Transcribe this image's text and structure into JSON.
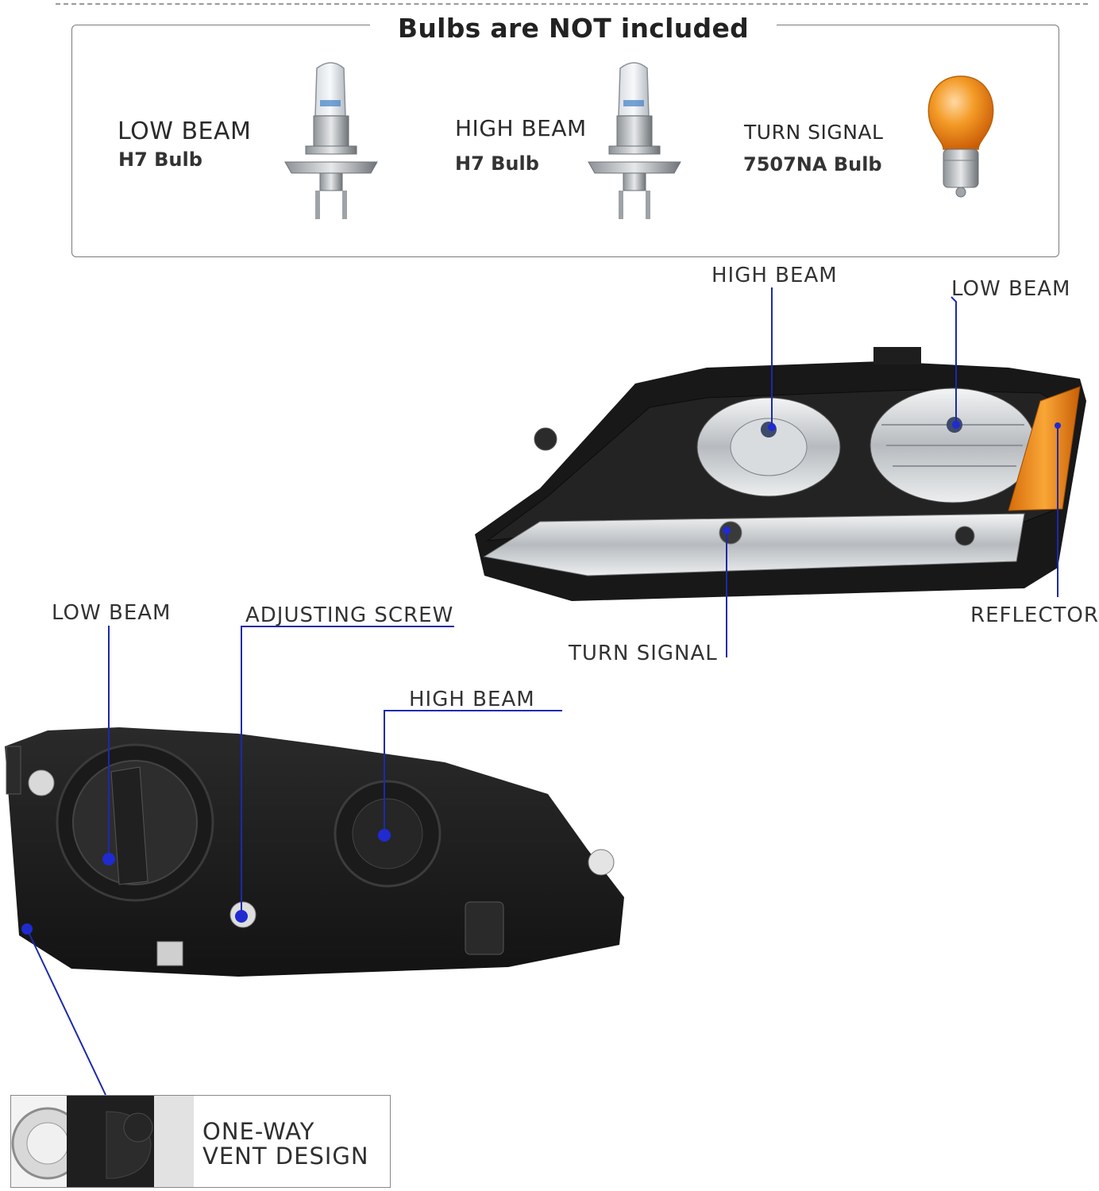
{
  "bulb_panel": {
    "title": "Bulbs are NOT included",
    "bulbs": [
      {
        "name": "LOW BEAM",
        "type": "H7  Bulb",
        "icon": "h7-bulb-icon"
      },
      {
        "name": "HIGH BEAM",
        "type": "H7  Bulb",
        "icon": "h7-bulb-icon"
      },
      {
        "name": "TURN SIGNAL",
        "type": "7507NA Bulb",
        "icon": "amber-bulb-icon"
      }
    ]
  },
  "front_view": {
    "labels": {
      "high_beam": "HIGH BEAM",
      "low_beam": "LOW BEAM",
      "turn_signal": "TURN SIGNAL",
      "reflector": "REFLECTOR"
    }
  },
  "rear_view": {
    "labels": {
      "low_beam": "LOW BEAM",
      "adjusting_screw": "ADJUSTING SCREW",
      "high_beam": "HIGH BEAM"
    }
  },
  "vent_inset": {
    "line1": "ONE-WAY",
    "line2": "VENT DESIGN"
  },
  "colors": {
    "leader_line": "#1c2aa8",
    "marker_dot": "#1f2bd0",
    "amber": "#f08a12",
    "housing": "#1b1b1b"
  }
}
